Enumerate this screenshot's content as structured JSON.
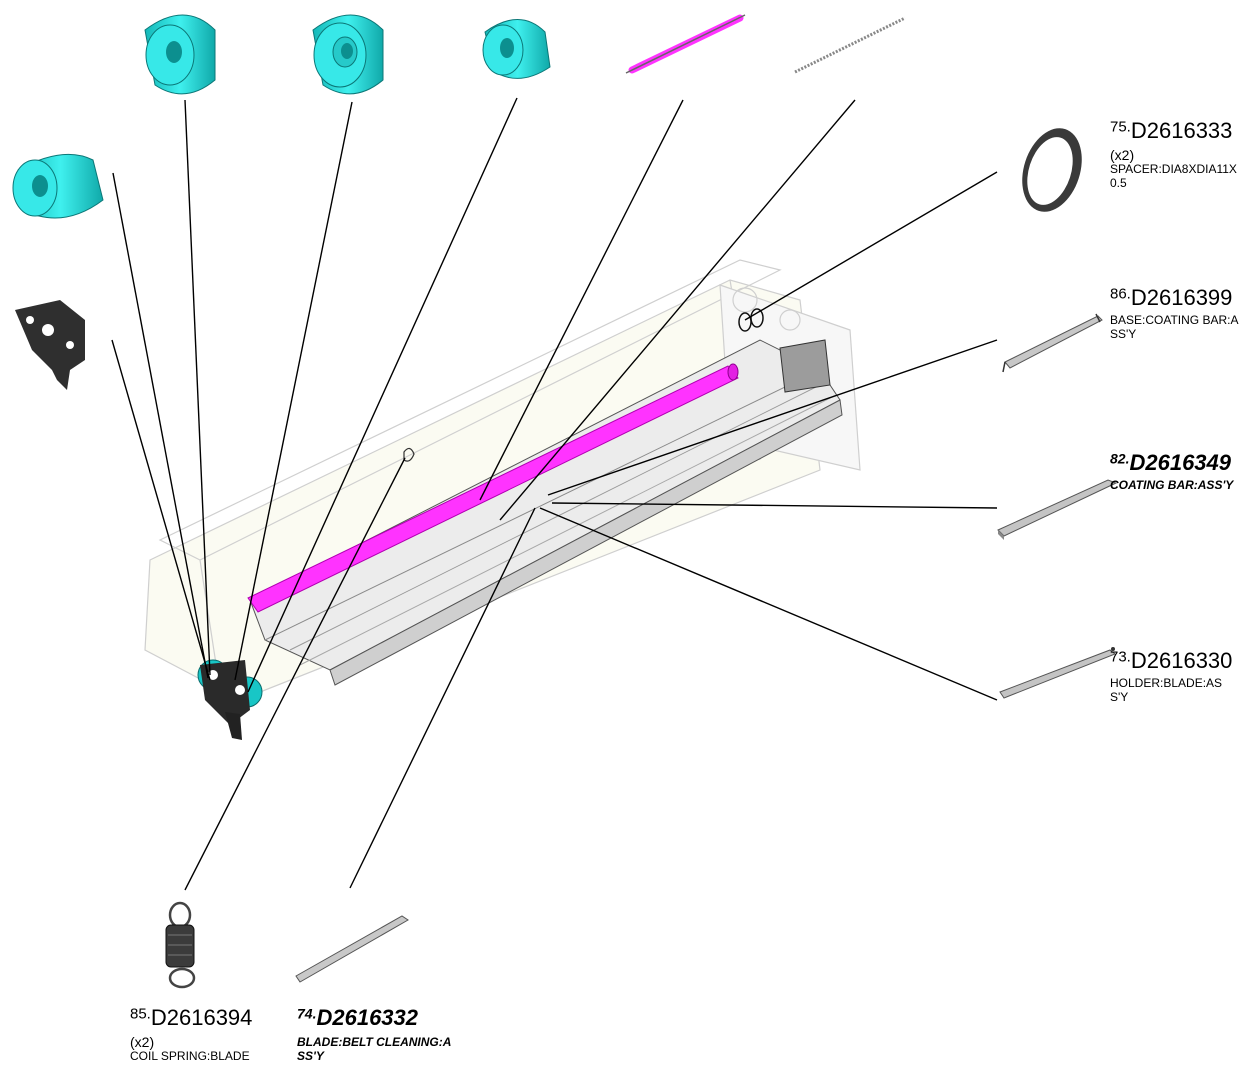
{
  "colors": {
    "roller": "#ff33ff",
    "bushing": "#22d6d6",
    "leader": "#000000",
    "frame_line": "#c8c8c8",
    "metal": "#b9b9b9"
  },
  "labels": [
    {
      "id": "75",
      "num": "75.",
      "part": "D2616333",
      "qty": "(x2)",
      "desc": "SPACER:DIA8XDIA11X0.5",
      "highlight": false
    },
    {
      "id": "86",
      "num": "86.",
      "part": "D2616399",
      "qty": "",
      "desc": "BASE:COATING BAR:ASS'Y",
      "highlight": false
    },
    {
      "id": "82",
      "num": "82.",
      "part": "D2616349",
      "qty": "",
      "desc": "COATING BAR:ASS'Y",
      "highlight": true
    },
    {
      "id": "73",
      "num": "73.",
      "part": "D2616330",
      "qty": "",
      "desc": "HOLDER:BLADE:ASS'Y",
      "highlight": false
    },
    {
      "id": "85",
      "num": "85.",
      "part": "D2616394",
      "qty": "(x2)",
      "desc": "COIL SPRING:BLADE",
      "highlight": false
    },
    {
      "id": "74",
      "num": "74.",
      "part": "D2616332",
      "qty": "",
      "desc": "BLADE:BELT CLEANING:ASS'Y",
      "highlight": true
    }
  ]
}
